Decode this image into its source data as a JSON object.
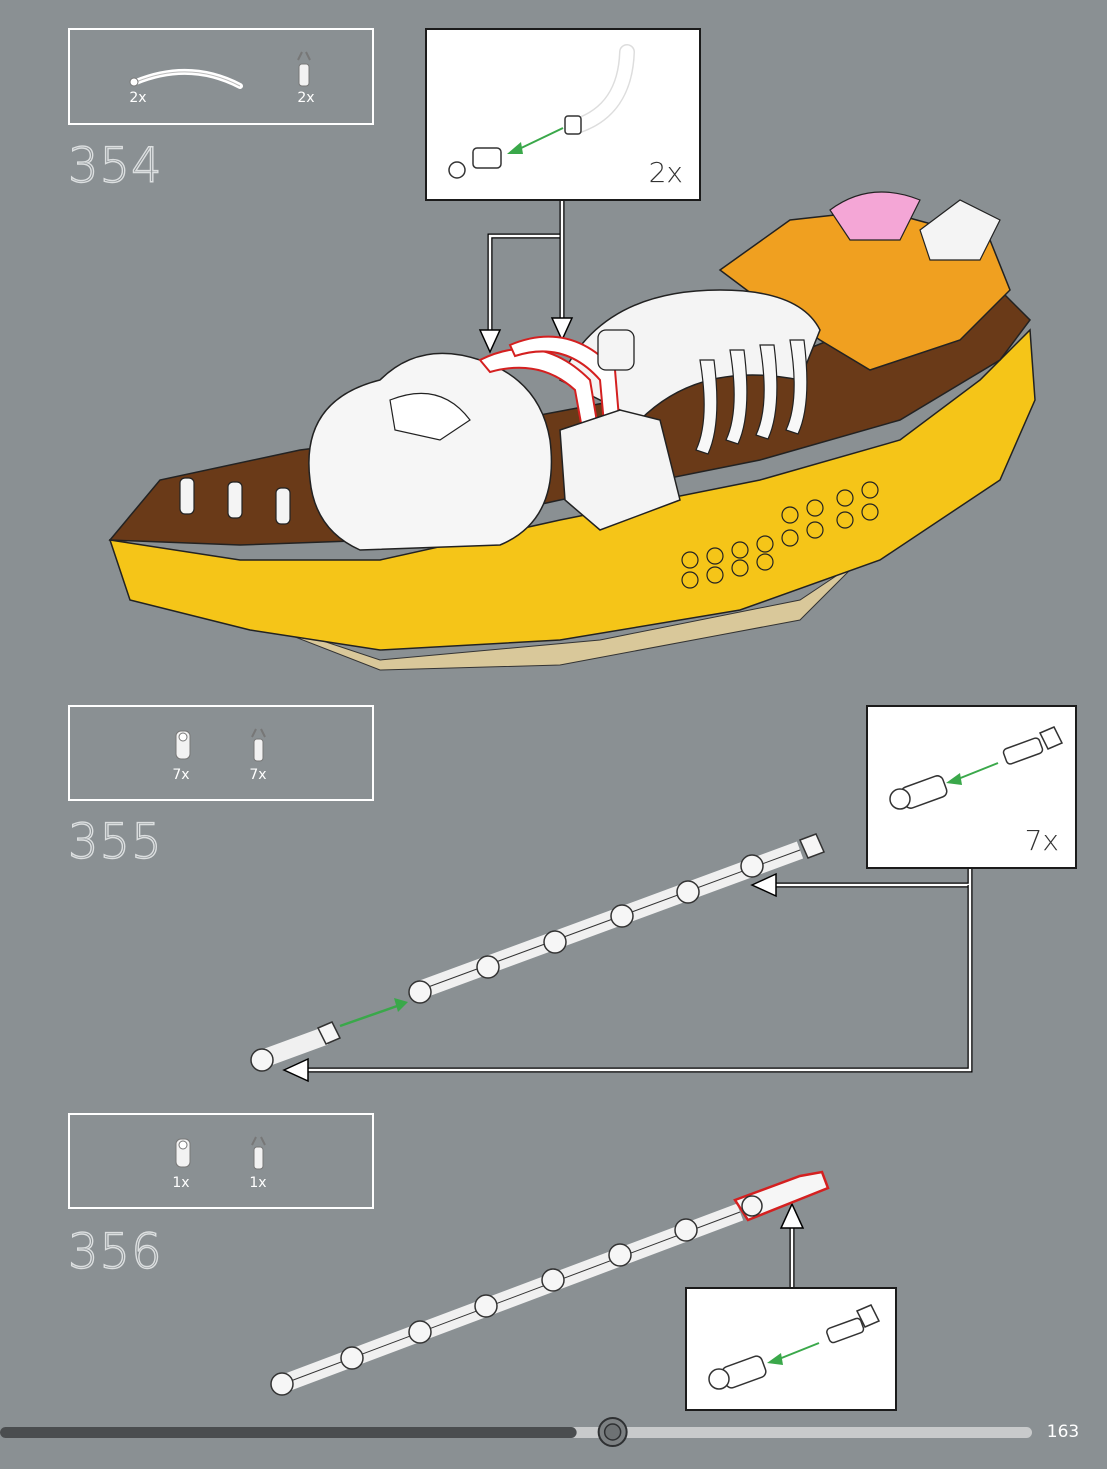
{
  "steps": [
    {
      "number": "354",
      "parts": [
        {
          "qty": "2x",
          "icon": "white-curved-tube-icon"
        },
        {
          "qty": "2x",
          "icon": "clip-bar-connector-icon"
        }
      ],
      "callout_qty": "2x"
    },
    {
      "number": "355",
      "parts": [
        {
          "qty": "7x",
          "icon": "pin-hole-connector-icon"
        },
        {
          "qty": "7x",
          "icon": "clip-bar-connector-icon"
        }
      ],
      "callout_qty": "7x"
    },
    {
      "number": "356",
      "parts": [
        {
          "qty": "1x",
          "icon": "pin-hole-connector-icon"
        },
        {
          "qty": "1x",
          "icon": "clip-bar-connector-icon"
        }
      ]
    }
  ],
  "page": {
    "number": "163",
    "progress": 0.52
  },
  "colors": {
    "background": "#8a9093",
    "brown": "#6a3a18",
    "yellow": "#f5c518",
    "orange": "#f0a020",
    "pink": "#f4a6d6",
    "highlight": "#d42020",
    "assembly_arrow": "#3aa84a"
  }
}
